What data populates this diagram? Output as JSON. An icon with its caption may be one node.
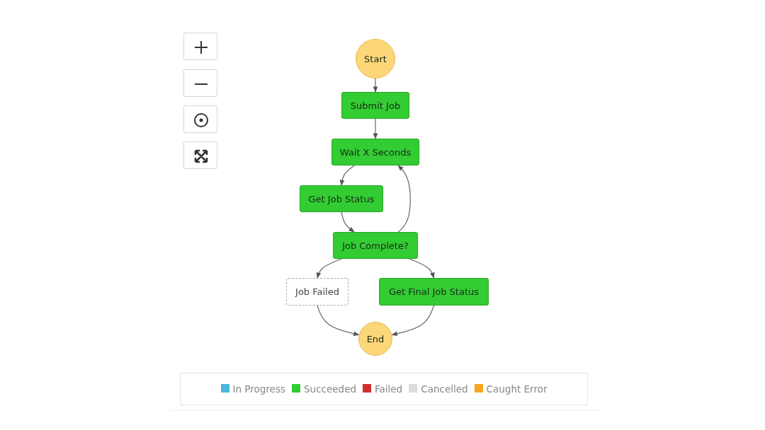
{
  "diagram": {
    "nodes": [
      {
        "text": [
          "Start"
        ]
      },
      {
        "text": [
          "Submit Job"
        ]
      },
      {
        "text": [
          "Wait X Seconds"
        ]
      },
      {
        "text": [
          "Get Job Status"
        ]
      },
      {
        "text": [
          "Job Complete?"
        ]
      },
      {
        "text": [
          "Job Failed"
        ]
      },
      {
        "text": [
          "Get Final Job Status"
        ]
      },
      {
        "text": [
          "End"
        ]
      }
    ],
    "edges": [
      {
        "from": 0,
        "to": 1,
        "arrow": "to"
      },
      {
        "from": 1,
        "to": 2,
        "arrow": "to"
      },
      {
        "from": 2,
        "to": 3,
        "arrow": "to"
      },
      {
        "from": 3,
        "to": 4,
        "arrow": "to"
      },
      {
        "from": 4,
        "to": 2,
        "arrow": "to"
      },
      {
        "from": 4,
        "to": 5,
        "arrow": "to"
      },
      {
        "from": 4,
        "to": 6,
        "arrow": "to"
      },
      {
        "from": 5,
        "to": 7,
        "arrow": "to"
      },
      {
        "from": 6,
        "to": 7,
        "arrow": "to"
      }
    ],
    "legend": [
      {
        "text": "In Progress",
        "color": "#4bb8de"
      },
      {
        "text": "Succeeded",
        "color": "#33cc33"
      },
      {
        "text": "Failed",
        "color": "#d32f2f"
      },
      {
        "text": "Cancelled",
        "color": "#dcdcdc"
      },
      {
        "text": "Caught Error",
        "color": "#f5a623"
      }
    ]
  }
}
